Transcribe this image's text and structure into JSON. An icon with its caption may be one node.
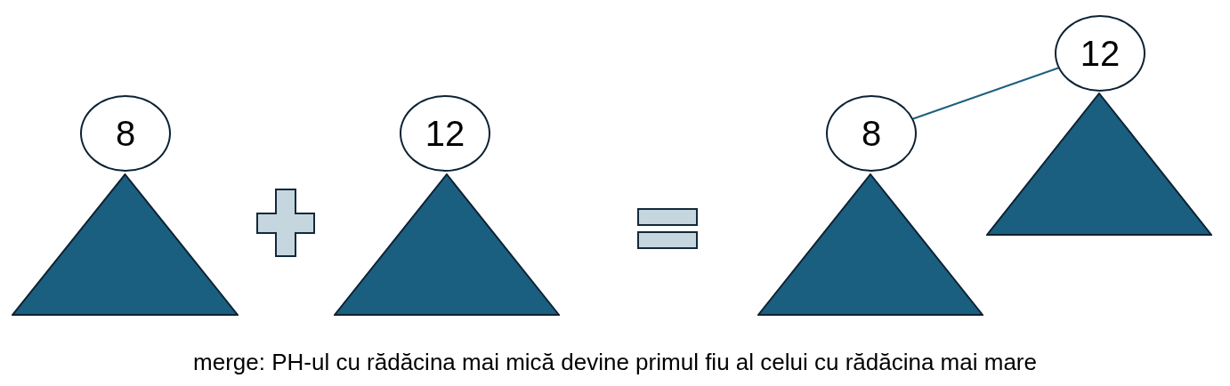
{
  "diagram": {
    "caption": "merge: PH-ul cu rădăcina mai mică devine primul fiu al celui cu rădăcina mai mare",
    "nodes": [
      {
        "text": [
          "8"
        ]
      },
      {
        "text": [],
        "shape": "triangle"
      },
      {
        "text": [
          "12"
        ]
      },
      {
        "text": [],
        "shape": "triangle"
      },
      {
        "text": [
          "8"
        ]
      },
      {
        "text": [],
        "shape": "triangle"
      },
      {
        "text": [
          "12"
        ]
      },
      {
        "text": [],
        "shape": "triangle"
      }
    ],
    "edges": [
      {
        "from": 4,
        "to": 6,
        "arrow": "none"
      }
    ]
  }
}
